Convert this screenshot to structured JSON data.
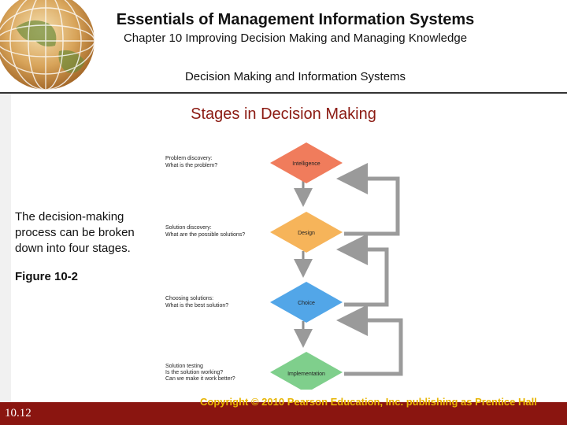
{
  "header": {
    "title": "Essentials of Management Information Systems",
    "subtitle": "Chapter 10 Improving Decision Making and Managing Knowledge",
    "section": "Decision Making and Information Systems"
  },
  "slide": {
    "title": "Stages in Decision Making",
    "body": "The decision-making process can be broken down into four stages.",
    "figure": "Figure 10-2"
  },
  "diagram": {
    "stages": [
      {
        "name": "Intelligence",
        "question_1": "Problem discovery:",
        "question_2": "What is the problem?",
        "question_3": "",
        "color": "#f07c5c"
      },
      {
        "name": "Design",
        "question_1": "Solution discovery:",
        "question_2": "What are the possible solutions?",
        "question_3": "",
        "color": "#f6b45a"
      },
      {
        "name": "Choice",
        "question_1": "Choosing solutions:",
        "question_2": "What is the best solution?",
        "question_3": "",
        "color": "#52a6e8"
      },
      {
        "name": "Implementation",
        "question_1": "Solution testing",
        "question_2": "Is the solution working?",
        "question_3": "Can we make it work better?",
        "color": "#7fcf8c"
      }
    ]
  },
  "footer": {
    "slide_number": "10.12",
    "copyright": "Copyright © 2010 Pearson Education, Inc. publishing as Prentice Hall"
  }
}
